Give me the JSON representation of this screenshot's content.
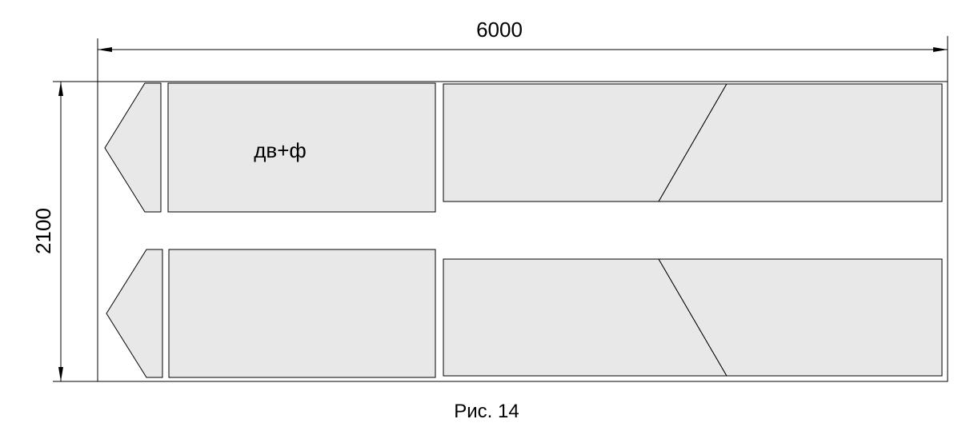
{
  "dimensions": {
    "width_label": "6000",
    "height_label": "2100"
  },
  "parts": {
    "top_middle_label": "дв+ф"
  },
  "caption": "Рис. 14",
  "colors": {
    "part_fill": "#e8e8e8",
    "line": "#000000",
    "background": "#ffffff"
  }
}
